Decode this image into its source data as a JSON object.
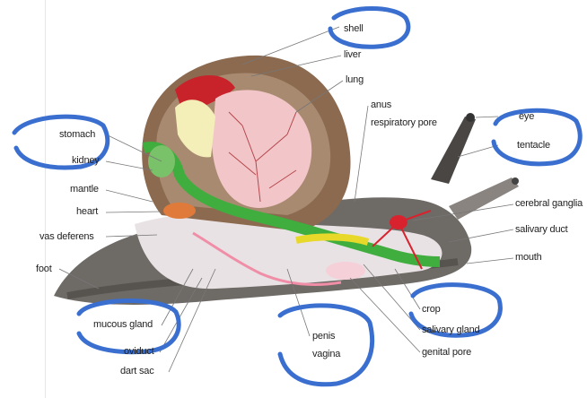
{
  "labels": {
    "shell": "shell",
    "liver": "liver",
    "lung": "lung",
    "anus": "anus",
    "respiratory_pore": "respiratory pore",
    "eye": "eye",
    "tentacle": "tentacle",
    "stomach": "stomach",
    "kidney": "kidney",
    "mantle": "mantle",
    "heart": "heart",
    "vas_deferens": "vas deferens",
    "foot": "foot",
    "cerebral_ganglia": "cerebral ganglia",
    "salivary_duct": "salivary duct",
    "mouth": "mouth",
    "crop": "crop",
    "salivary_gland": "salivary gland",
    "genital_pore": "genital pore",
    "mucous_gland": "mucous gland",
    "oviduct": "oviduct",
    "dart_sac": "dart sac",
    "penis": "penis",
    "vagina": "vagina"
  },
  "colors": {
    "highlight_circle": "#3a6fd0",
    "body": "#6e6a66",
    "shell": "#8b6a50",
    "intestine_green": "#3fae3f",
    "gland_yellow": "#e8d82a",
    "nerve_red": "#d8232f"
  }
}
